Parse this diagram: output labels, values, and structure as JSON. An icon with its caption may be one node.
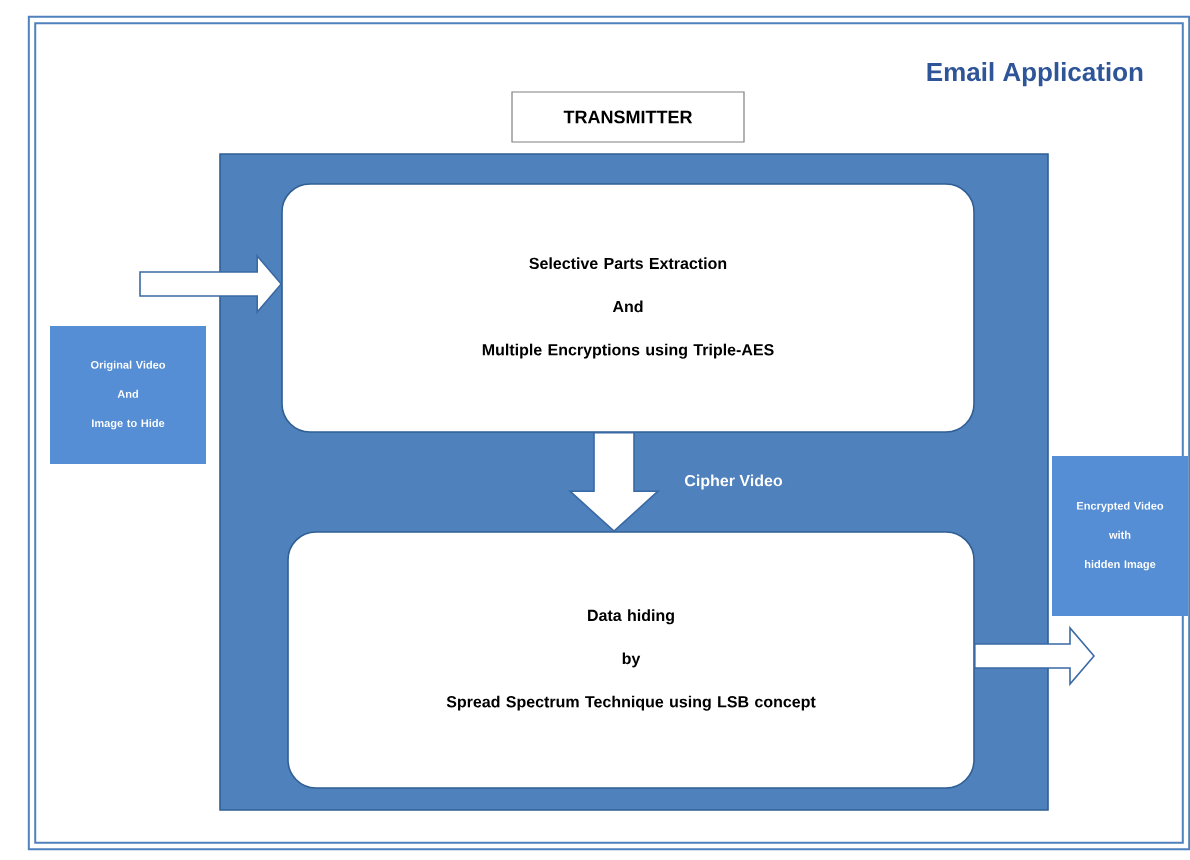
{
  "diagram": {
    "nodes": [
      {
        "text": [
          "Email Application"
        ]
      },
      {
        "text": [
          "TRANSMITTER"
        ],
        "in": 0
      },
      {
        "text": [],
        "shape": "box",
        "in": 0
      },
      {
        "text": [
          "Selective Parts Extraction",
          "And",
          "Multiple Encryptions using Triple-AES"
        ],
        "in": 2
      },
      {
        "text": [
          "Data hiding",
          "by",
          "Spread Spectrum Technique using LSB concept"
        ],
        "in": 2
      },
      {
        "text": [
          "Original Video",
          "And",
          "Image to Hide"
        ],
        "in": 0
      },
      {
        "text": [
          "Encrypted Video",
          "with",
          "hidden Image"
        ],
        "in": 0
      }
    ],
    "edges": [
      {
        "from": 5,
        "to": 3,
        "arrow": "to"
      },
      {
        "from": 3,
        "to": 4,
        "arrow": "to",
        "label": "Cipher Video"
      },
      {
        "from": 4,
        "to": 6,
        "arrow": "to"
      }
    ]
  }
}
